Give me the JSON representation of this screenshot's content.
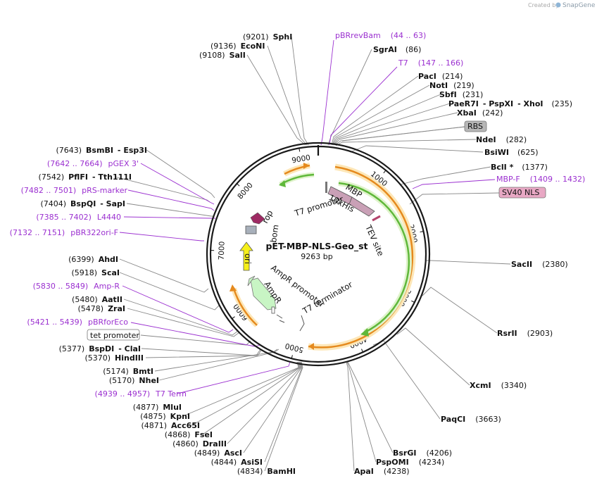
{
  "credit": {
    "prefix": "Created by",
    "brand": "SnapGene"
  },
  "plasmid": {
    "name": "pET-MBP-NLS-Geo_st",
    "size": "9263 bp"
  },
  "ticks": [
    "1000",
    "2000",
    "3000",
    "4000",
    "5000",
    "6000",
    "7000",
    "8000",
    "9000"
  ],
  "sites": [
    {
      "pos": "(9201)",
      "name": "SphI"
    },
    {
      "pos": "(9136)",
      "name": "EcoNI"
    },
    {
      "pos": "(9108)",
      "name": "SalI"
    },
    {
      "name": "SgrAI",
      "pos": "(86)"
    },
    {
      "name": "PacI",
      "pos": "(214)"
    },
    {
      "name": "NotI",
      "pos": "(219)"
    },
    {
      "name": "SbfI",
      "pos": "(231)"
    },
    {
      "name": "PaeR7I",
      "sep1": "- PspXI",
      "sep2": "- XhoI",
      "pos": "(235)"
    },
    {
      "name": "XbaI",
      "pos": "(242)"
    },
    {
      "name": "NdeI",
      "pos": "(282)"
    },
    {
      "name": "BsiWI",
      "pos": "(625)"
    },
    {
      "name": "BclI *",
      "pos": "(1377)"
    },
    {
      "name": "SacII",
      "pos": "(2380)"
    },
    {
      "name": "RsrII",
      "pos": "(2903)"
    },
    {
      "name": "XcmI",
      "pos": "(3340)"
    },
    {
      "name": "PaqCI",
      "pos": "(3663)"
    },
    {
      "name": "BsrGI",
      "pos": "(4206)"
    },
    {
      "name": "PspOMI",
      "pos": "(4234)"
    },
    {
      "name": "ApaI",
      "pos": "(4238)"
    },
    {
      "pos": "(4834)",
      "name": "BamHI"
    },
    {
      "pos": "(4844)",
      "name": "AsiSI"
    },
    {
      "pos": "(4849)",
      "name": "AscI"
    },
    {
      "pos": "(4860)",
      "name": "DraIII"
    },
    {
      "pos": "(4868)",
      "name": "FseI"
    },
    {
      "pos": "(4871)",
      "name": "Acc65I"
    },
    {
      "pos": "(4875)",
      "name": "KpnI"
    },
    {
      "pos": "(4877)",
      "name": "MluI"
    },
    {
      "pos": "(5170)",
      "name": "NheI"
    },
    {
      "pos": "(5174)",
      "name": "BmtI"
    },
    {
      "pos": "(5370)",
      "name": "HindIII"
    },
    {
      "pos": "(5377)",
      "name": "BspDI",
      "sep1": "- ClaI"
    },
    {
      "pos": "(5478)",
      "name": "ZraI"
    },
    {
      "pos": "(5480)",
      "name": "AatII"
    },
    {
      "pos": "(5918)",
      "name": "ScaI"
    },
    {
      "pos": "(6399)",
      "name": "AhdI"
    },
    {
      "pos": "(7404)",
      "name": "BspQI",
      "sep1": "- SapI"
    },
    {
      "pos": "(7542)",
      "name": "PflFI",
      "sep1": "- Tth111I"
    },
    {
      "pos": "(7643)",
      "name": "BsmBI",
      "sep1": "- Esp3I"
    }
  ],
  "primers": [
    {
      "name": "pBRrevBam",
      "range": "(44 .. 63)"
    },
    {
      "name": "T7",
      "range": "(147 .. 166)"
    },
    {
      "name": "MBP-F",
      "range": "(1409 .. 1432)"
    },
    {
      "range": "(4939 .. 4957)",
      "name": "T7 Term"
    },
    {
      "range": "(5421 .. 5439)",
      "name": "pBRforEco"
    },
    {
      "range": "(5830 .. 5849)",
      "name": "Amp-R"
    },
    {
      "range": "(7132 .. 7151)",
      "name": "pBR322ori-F"
    },
    {
      "range": "(7385 .. 7402)",
      "name": "L4440"
    },
    {
      "range": "(7482 .. 7501)",
      "name": "pRS-marker"
    },
    {
      "range": "(7642 .. 7664)",
      "name": "pGEX 3'"
    }
  ],
  "boxed": {
    "rbs": "RBS",
    "sv40": "SV40 NLS",
    "tet": "tet promoter"
  },
  "features": {
    "mbp": "MBP",
    "his": "10xHis",
    "tev": "TEV site",
    "t7p": "T7 promoter",
    "t7t": "T7 terminator",
    "rop": "rop",
    "bom": "bom",
    "ori": "ori",
    "ampr": "AmpR",
    "amprp": "AmpR promoter"
  },
  "colors": {
    "purple": "#9b30d0",
    "mbp": "#c9a0b6",
    "green": "#79c944",
    "orange": "#e58a1e",
    "ori": "#f5ef1a",
    "rop": "#9e2a63",
    "ampr": "#c8f5c4",
    "rbs": "#b6b6b6",
    "nls": "#e8a8c4"
  }
}
